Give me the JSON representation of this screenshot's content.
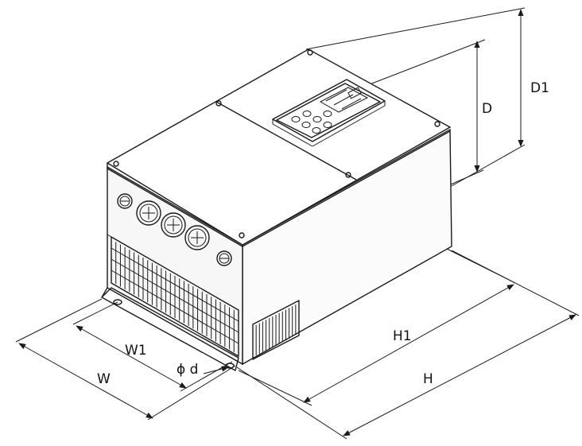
{
  "diagram": {
    "subject": "inverter enclosure dimension drawing",
    "labels": {
      "D1": "D1",
      "D": "D",
      "H1": "H1",
      "H": "H",
      "W1": "W1",
      "W": "W",
      "phi_d": "ϕ d"
    },
    "keypad_buttons": 7,
    "front_glands": 3,
    "front_plugs": 2
  }
}
